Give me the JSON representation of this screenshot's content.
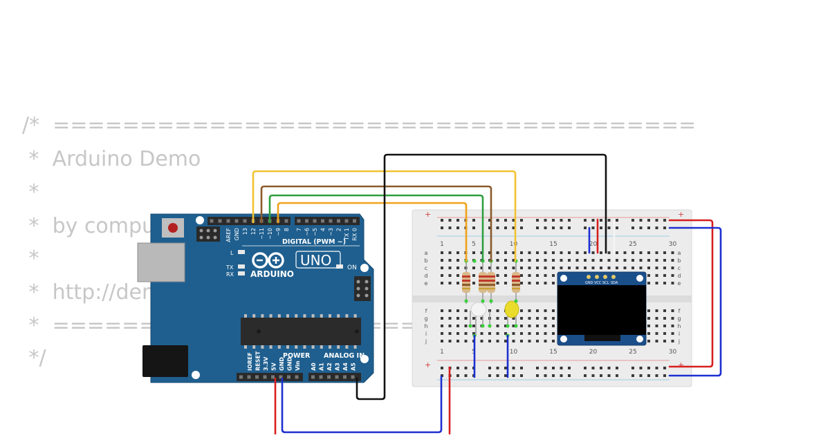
{
  "code_comment": {
    "line1": "/*  =====================================",
    "line2": " *  Arduino Demo",
    "line3": " *",
    "line4": " *  by computerbastelei.de",
    "line5": " *",
    "line6": " *  http://demo.arduino.bench",
    "line7": " *  ====================================",
    "line8": " */"
  },
  "arduino": {
    "digital_header": "DIGITAL (PWM ~)",
    "logo_text": "ARDUINO",
    "model": "UNO",
    "on_label": "ON",
    "l_label": "L",
    "tx_label": "TX",
    "rx_label": "RX",
    "power_header": "POWER",
    "analog_header": "ANALOG IN",
    "top_pins": [
      "AREF",
      "GND",
      "13",
      "12",
      "~11",
      "~10",
      "~9",
      "8",
      "7",
      "~6",
      "~5",
      "4",
      "~3",
      "2",
      "TX 1",
      "RX 0"
    ],
    "bottom_pins": [
      "IOREF",
      "RESET",
      "3.3V",
      "5V",
      "GND",
      "GND",
      "Vin",
      "A0",
      "A1",
      "A2",
      "A3",
      "A4",
      "A5"
    ],
    "colors": {
      "board": "#1f5f8f",
      "header": "#2a2a2a",
      "chip": "#2b2b2b"
    }
  },
  "breadboard": {
    "column_numbers": [
      "1",
      "5",
      "10",
      "15",
      "20",
      "25",
      "30"
    ],
    "row_letters_top": [
      "a",
      "b",
      "c",
      "d",
      "e"
    ],
    "row_letters_bottom": [
      "f",
      "g",
      "h",
      "i",
      "j"
    ],
    "plus": "+",
    "minus": "-"
  },
  "oled": {
    "pin_labels": [
      "GND",
      "VCC",
      "SCL",
      "SDA"
    ],
    "colors": {
      "pcb": "#1b4f8a",
      "screen": "#000000"
    }
  },
  "wire_colors": {
    "yellow": "#f2c230",
    "brown": "#8b5a2b",
    "green": "#2e9e3e",
    "orange": "#f0a21a",
    "black": "#111111",
    "red": "#d81e1e",
    "blue": "#1c2fd0"
  }
}
